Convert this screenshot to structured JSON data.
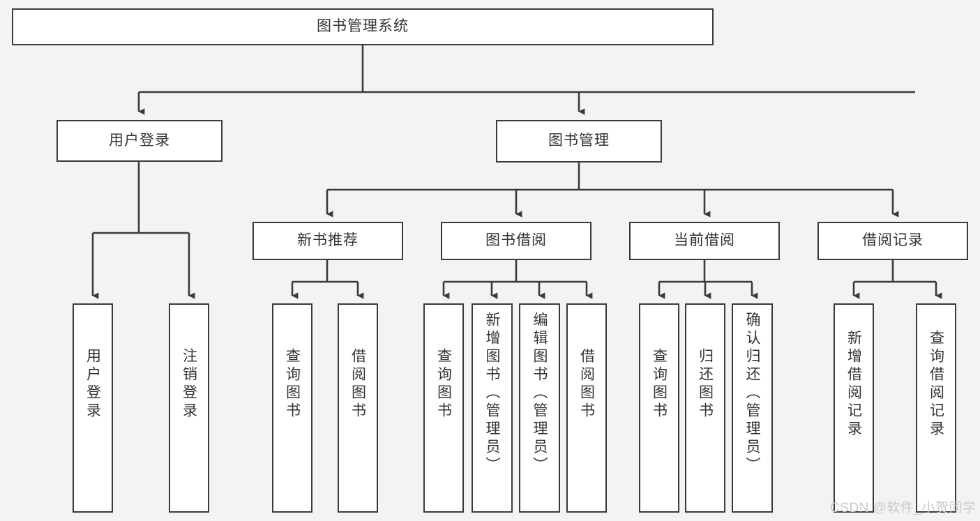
{
  "diagram": {
    "type": "tree-hierarchy",
    "title": "图书管理系统",
    "background_color": "#f3f3f3",
    "box_fill": "#ffffff",
    "box_border_color": "#3a3a3a",
    "text_color": "#333333",
    "root": {
      "id": "root",
      "label": "图书管理系统"
    },
    "level2": [
      {
        "id": "user-login",
        "label": "用户登录"
      },
      {
        "id": "book-manage",
        "label": "图书管理"
      }
    ],
    "level3": [
      {
        "id": "new-book-rec",
        "label": "新书推荐"
      },
      {
        "id": "book-borrow",
        "label": "图书借阅"
      },
      {
        "id": "current-borrow",
        "label": "当前借阅"
      },
      {
        "id": "borrow-record",
        "label": "借阅记录"
      }
    ],
    "leaves": {
      "user_login": [
        {
          "id": "leaf-user-login",
          "label": "用户登录"
        },
        {
          "id": "leaf-logout",
          "label": "注销登录"
        }
      ],
      "new_book_rec": [
        {
          "id": "leaf-query-book-1",
          "label": "查询图书"
        },
        {
          "id": "leaf-borrow-book-1",
          "label": "借阅图书"
        }
      ],
      "book_borrow": [
        {
          "id": "leaf-query-book-2",
          "label": "查询图书"
        },
        {
          "id": "leaf-add-book",
          "label": "新增图书（管理员）"
        },
        {
          "id": "leaf-edit-book",
          "label": "编辑图书（管理员）"
        },
        {
          "id": "leaf-borrow-book-2",
          "label": "借阅图书"
        }
      ],
      "current_borrow": [
        {
          "id": "leaf-query-book-3",
          "label": "查询图书"
        },
        {
          "id": "leaf-return-book",
          "label": "归还图书"
        },
        {
          "id": "leaf-confirm-return",
          "label": "确认归还（管理员）"
        }
      ],
      "borrow_record": [
        {
          "id": "leaf-add-record",
          "label": "新增借阅记录"
        },
        {
          "id": "leaf-query-record",
          "label": "查询借阅记录"
        }
      ]
    }
  },
  "watermark": {
    "text": "CSDN @软件_小贺同学"
  }
}
